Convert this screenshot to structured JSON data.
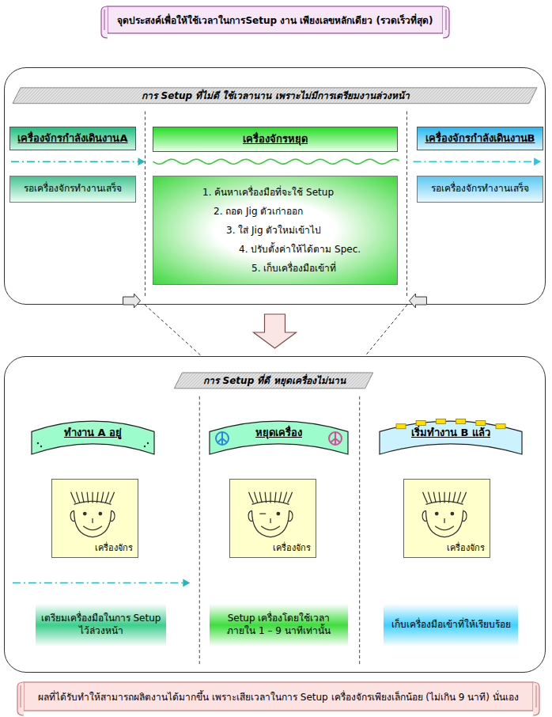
{
  "diagram": {
    "title": "จุดประสงค์เพื่อให้ใช้เวลาในการSetup งาน เพียงเลขหลักเดียว (รวดเร็วที่สุด)",
    "caption": "ผลที่ได้รับทำให้สามารถผลิตงานได้มากขึ้น เพราะเสียเวลาในการ Setup เครื่องจักรเพียงเล็กน้อย (ไม่เกิน 9 นาที) นั่นเอง",
    "nodes": [
      {
        "text": [
          "การ Setup ที่ไม่ดี ใช้เวลานาน เพราะไม่มีการเตรียมงานล่วงหน้า"
        ]
      },
      {
        "text": [
          "เครื่องจักรกำลังเดินงานA"
        ],
        "in": 0
      },
      {
        "text": [
          "เครื่องจักรหยุด"
        ],
        "in": 0
      },
      {
        "text": [
          "เครื่องจักรกำลังเดินงานB"
        ],
        "in": 0
      },
      {
        "text": [
          "รอเครื่องจักรทำงานเสร็จ"
        ],
        "in": 0
      },
      {
        "text": [
          "1. ค้นหาเครื่องมือที่จะใช้ Setup",
          "2. ถอด Jig ตัวเก่าออก",
          "3. ใส่ Jig ตัวใหม่เข้าไป",
          "4. ปรับตั้งค่าให้ได้ตาม Spec.",
          "5. เก็บเครื่องมือเข้าที่"
        ],
        "in": 0
      },
      {
        "text": [
          "รอเครื่องจักรทำงานเสร็จ"
        ],
        "in": 0
      },
      {
        "text": [
          "การ Setup ที่ดี หยุดเครื่องไม่นาน"
        ]
      },
      {
        "text": [
          "ทำงาน A อยู่"
        ],
        "in": 7
      },
      {
        "text": [
          "หยุดเครื่อง"
        ],
        "in": 7
      },
      {
        "text": [
          "เริ่มทำงาน B แล้ว"
        ],
        "in": 7
      },
      {
        "text": [
          "เครื่องจักร"
        ],
        "in": 7
      },
      {
        "text": [
          "เครื่องจักร"
        ],
        "in": 7
      },
      {
        "text": [
          "เครื่องจักร"
        ],
        "in": 7
      },
      {
        "text": [
          "เตรียมเครื่องมือในการ Setup ไว้ล่วงหน้า"
        ],
        "in": 7
      },
      {
        "text": [
          "Setup เครื่องโดยใช้เวลา ภายใน 1 – 9 นาทีเท่านั้น"
        ],
        "in": 7
      },
      {
        "text": [
          "เก็บเครื่องมือเข้าที่ให้เรียบร้อย"
        ],
        "in": 7
      }
    ],
    "edges": [
      {
        "from": 0,
        "to": 7,
        "arrow": "to"
      }
    ]
  }
}
